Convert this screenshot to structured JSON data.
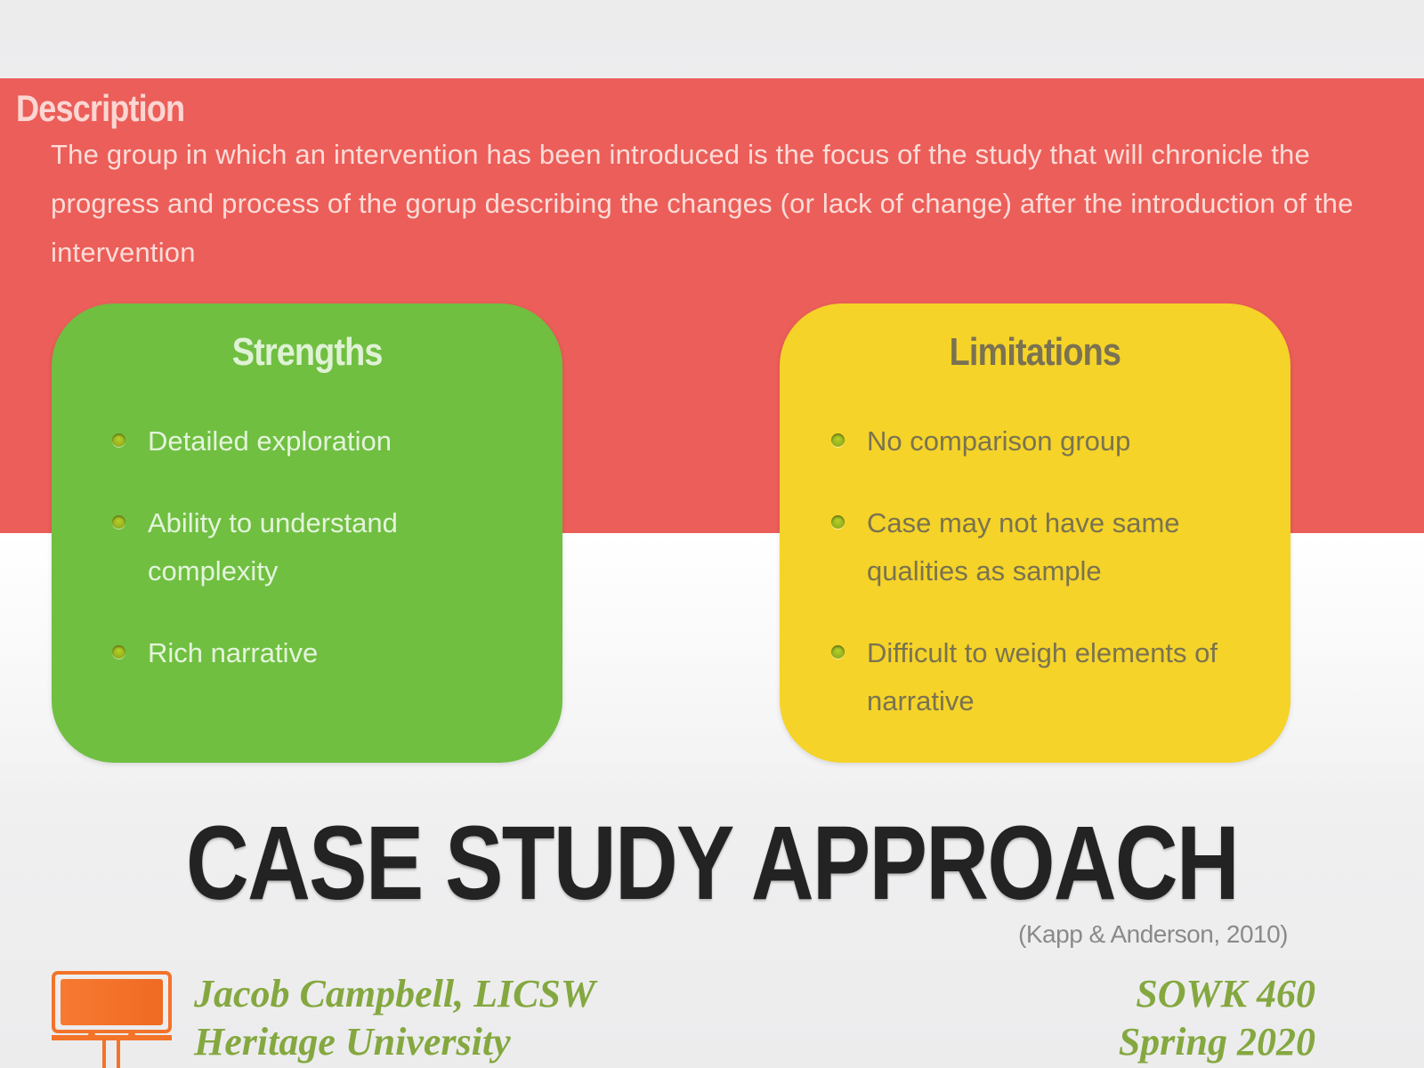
{
  "slide": {
    "title": "CASE STUDY APPROACH",
    "citation": "(Kapp & Anderson, 2010)",
    "colors": {
      "band": "#ec5e59",
      "strengths_card": "#70bf41",
      "limitations_card": "#f5d328",
      "footer_text": "#84a83f",
      "title_text": "#232323",
      "logo": "#f37329"
    }
  },
  "description": {
    "heading": "Description",
    "text": "The group in which an intervention has been introduced is the focus of the study that will chronicle the progress and process of the gorup describing the changes (or lack of change) after the introduction of the intervention"
  },
  "strengths": {
    "title": "Strengths",
    "items": [
      {
        "label": "Detailed exploration"
      },
      {
        "label": "Ability to understand complexity"
      },
      {
        "label": "Rich narrative"
      }
    ]
  },
  "limitations": {
    "title": "Limitations",
    "items": [
      {
        "label": "No comparison group"
      },
      {
        "label": "Case may not have same qualities as sample"
      },
      {
        "label": "Difficult to weigh elements of narrative"
      }
    ]
  },
  "footer": {
    "logo_icon": "billboard-icon",
    "author": "Jacob Campbell, LICSW",
    "institution": "Heritage University",
    "course": "SOWK 460",
    "term": "Spring 2020"
  }
}
